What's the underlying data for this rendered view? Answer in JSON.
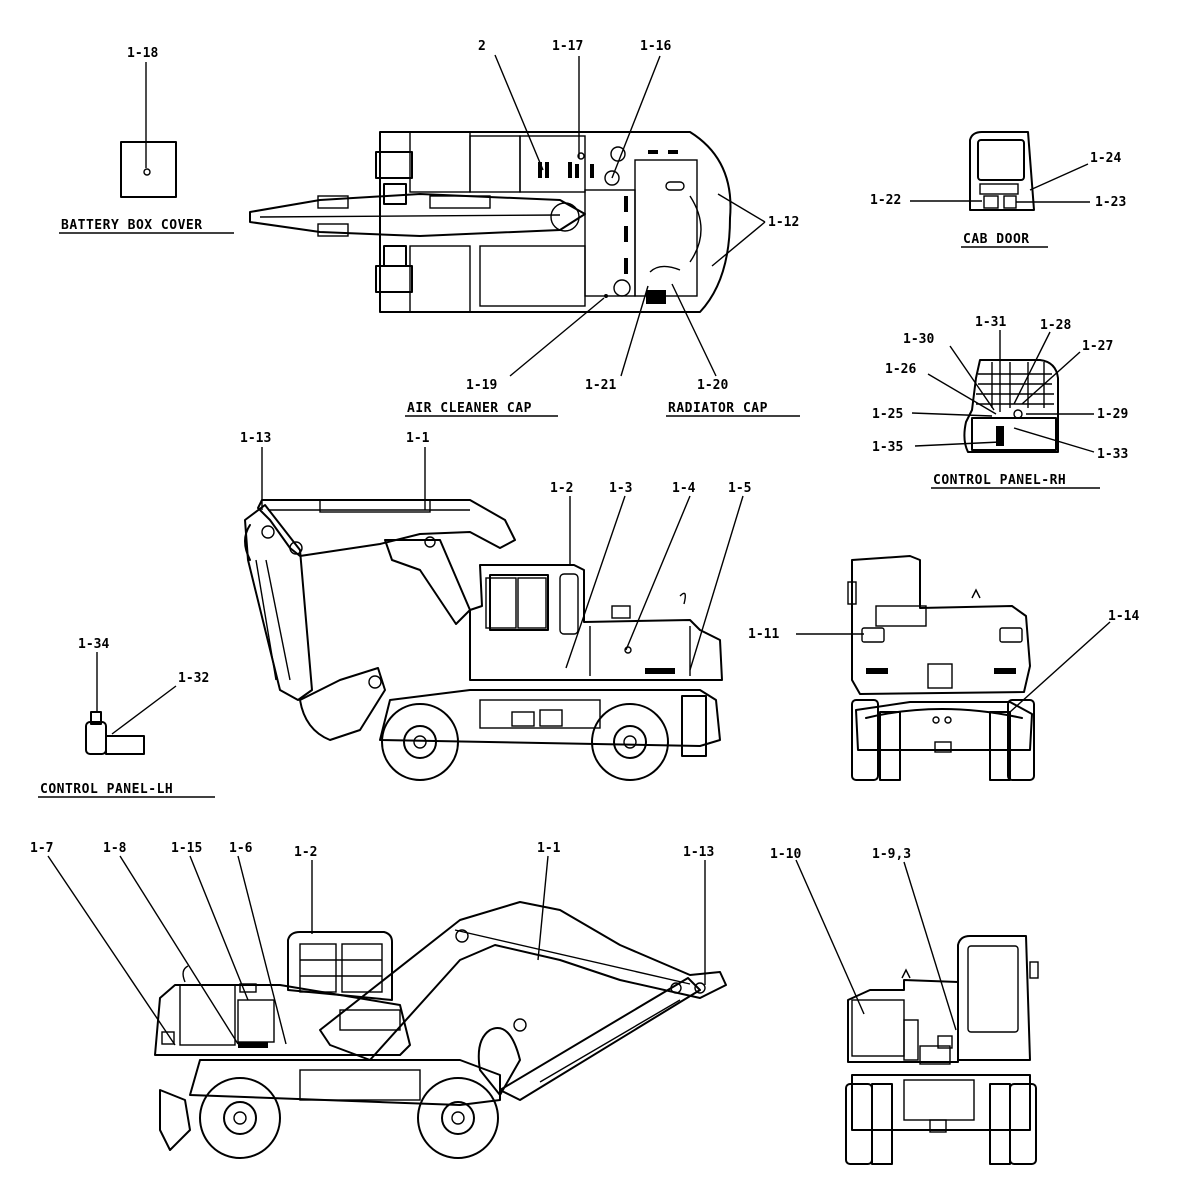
{
  "captions": {
    "battery_box_cover": "BATTERY BOX COVER",
    "air_cleaner_cap": "AIR CLEANER CAP",
    "radiator_cap": "RADIATOR CAP",
    "cab_door": "CAB DOOR",
    "control_panel_rh": "CONTROL PANEL-RH",
    "control_panel_lh": "CONTROL PANEL-LH"
  },
  "labels": {
    "l_1_18": "1-18",
    "l_2_top": "2",
    "l_1_17": "1-17",
    "l_1_16": "1-16",
    "l_1_12": "1-12",
    "l_1_19": "1-19",
    "l_1_21": "1-21",
    "l_1_20": "1-20",
    "l_1_24": "1-24",
    "l_1_22": "1-22",
    "l_1_23": "1-23",
    "l_1_31": "1-31",
    "l_1_30": "1-30",
    "l_1_28": "1-28",
    "l_1_27": "1-27",
    "l_1_26": "1-26",
    "l_1_25": "1-25",
    "l_1_29": "1-29",
    "l_1_35": "1-35",
    "l_1_33": "1-33",
    "l_1_13_a": "1-13",
    "l_1_1_a": "1-1",
    "l_1_2_a": "1-2",
    "l_1_3": "1-3",
    "l_1_4": "1-4",
    "l_1_5": "1-5",
    "l_1_11": "1-11",
    "l_1_14": "1-14",
    "l_1_34": "1-34",
    "l_1_32": "1-32",
    "l_1_7": "1-7",
    "l_1_8": "1-8",
    "l_1_15": "1-15",
    "l_1_6": "1-6",
    "l_1_2_b": "1-2",
    "l_1_1_b": "1-1",
    "l_1_13_b": "1-13",
    "l_1_10": "1-10",
    "l_1_9_3": "1-9,3"
  }
}
